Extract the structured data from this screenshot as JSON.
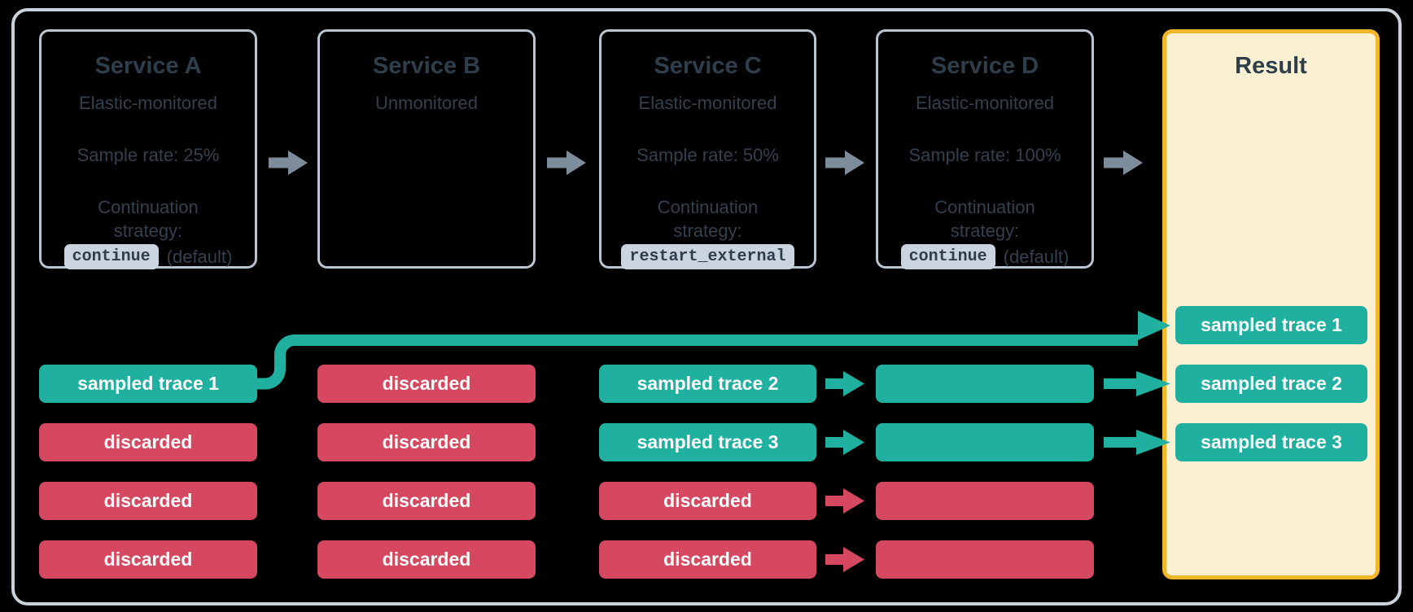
{
  "colors": {
    "background": "#000000",
    "frame_border": "#C9D3DC",
    "box_border": "#B9C5D1",
    "title_text": "#2F3E4B",
    "text_dark": "#33414E",
    "chip_bg": "#C9D4DF",
    "chip_text": "#2E3D4A",
    "gray_arrow": "#7C8C9B",
    "sampled": "#1FB0A0",
    "discarded": "#D5485F",
    "result_bg": "#FBF1D2",
    "result_border": "#F2B62B",
    "pill_text": "#FFFFFF"
  },
  "services": [
    {
      "title": "Service A",
      "monitoring": "Elastic-monitored",
      "sample_rate": "Sample rate: 25%",
      "continuation_label": "Continuation\nstrategy:",
      "strategy": "continue",
      "strategy_note": "(default)",
      "pills": [
        {
          "label": "sampled trace 1",
          "kind": "sampled"
        },
        {
          "label": "discarded",
          "kind": "discarded"
        },
        {
          "label": "discarded",
          "kind": "discarded"
        },
        {
          "label": "discarded",
          "kind": "discarded"
        }
      ]
    },
    {
      "title": "Service B",
      "monitoring": "Unmonitored",
      "pills": [
        {
          "label": "discarded",
          "kind": "discarded"
        },
        {
          "label": "discarded",
          "kind": "discarded"
        },
        {
          "label": "discarded",
          "kind": "discarded"
        },
        {
          "label": "discarded",
          "kind": "discarded"
        }
      ]
    },
    {
      "title": "Service C",
      "monitoring": "Elastic-monitored",
      "sample_rate": "Sample rate: 50%",
      "continuation_label": "Continuation\nstrategy:",
      "strategy": "restart_external",
      "strategy_note": "",
      "pills": [
        {
          "label": "sampled trace 2",
          "kind": "sampled"
        },
        {
          "label": "sampled trace 3",
          "kind": "sampled"
        },
        {
          "label": "discarded",
          "kind": "discarded"
        },
        {
          "label": "discarded",
          "kind": "discarded"
        }
      ]
    },
    {
      "title": "Service D",
      "monitoring": "Elastic-monitored",
      "sample_rate": "Sample rate: 100%",
      "continuation_label": "Continuation\nstrategy:",
      "strategy": "continue",
      "strategy_note": "(default)",
      "pills": [
        {
          "label": "",
          "kind": "sampled"
        },
        {
          "label": "",
          "kind": "sampled"
        },
        {
          "label": "",
          "kind": "discarded"
        },
        {
          "label": "",
          "kind": "discarded"
        }
      ]
    }
  ],
  "result": {
    "title": "Result",
    "pills": [
      {
        "label": "sampled trace 1",
        "kind": "sampled"
      },
      {
        "label": "sampled trace 2",
        "kind": "sampled"
      },
      {
        "label": "sampled trace 3",
        "kind": "sampled"
      }
    ]
  }
}
